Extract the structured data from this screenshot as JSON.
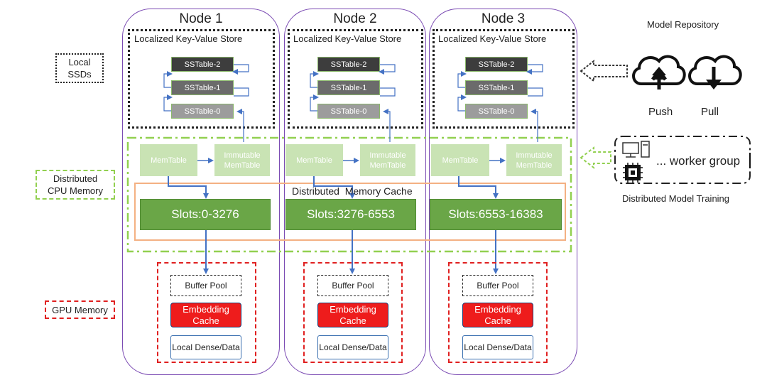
{
  "nodes": [
    {
      "title": "Node 1",
      "kv_title": "Localized Key-Value Store",
      "sstables": [
        "SSTable-2",
        "SSTable-1",
        "SSTable-0"
      ],
      "memtable": "MemTable",
      "immutable_memtable": "Immutable MemTable",
      "slots": "Slots:0-3276",
      "buffer_pool": "Buffer Pool",
      "embedding_cache": "Embedding Cache",
      "local_dense": "Local Dense/Data"
    },
    {
      "title": "Node 2",
      "kv_title": "Localized Key-Value Store",
      "sstables": [
        "SSTable-2",
        "SSTable-1",
        "SSTable-0"
      ],
      "memtable": "MemTable",
      "immutable_memtable": "Immutable MemTable",
      "slots": "Slots:3276-6553",
      "buffer_pool": "Buffer Pool",
      "embedding_cache": "Embedding Cache",
      "local_dense": "Local Dense/Data"
    },
    {
      "title": "Node 3",
      "kv_title": "Localized Key-Value Store",
      "sstables": [
        "SSTable-2",
        "SSTable-1",
        "SSTable-0"
      ],
      "memtable": "MemTable",
      "immutable_memtable": "Immutable MemTable",
      "slots": "Slots:6553-16383",
      "buffer_pool": "Buffer Pool",
      "embedding_cache": "Embedding Cache",
      "local_dense": "Local Dense/Data"
    }
  ],
  "distributed_memory_cache": "Distributed  Memory Cache",
  "legend": {
    "local_ssds": "Local SSDs",
    "distributed_cpu_memory": "Distributed CPU Memory",
    "gpu_memory": "GPU Memory"
  },
  "model_repository": {
    "title": "Model Repository",
    "push": "Push",
    "pull": "Pull"
  },
  "training": {
    "worker_group": "... worker group",
    "caption": "Distributed Model Training"
  },
  "icons": [
    "cloud-upload-icon",
    "cloud-download-icon",
    "desktop-computer-icon",
    "cpu-chip-icon",
    "hollow-left-arrow-icon"
  ],
  "colors": {
    "node_border": "#7b4bb3",
    "slots_green": "#6aa647",
    "memtable_green": "#c9e3b4",
    "gpu_red": "#e02020",
    "embedding_red": "#ee1c1c",
    "arrow_blue": "#4472c4",
    "cache_orange": "#f4b183",
    "cpu_dashdot_green": "#92d050"
  }
}
